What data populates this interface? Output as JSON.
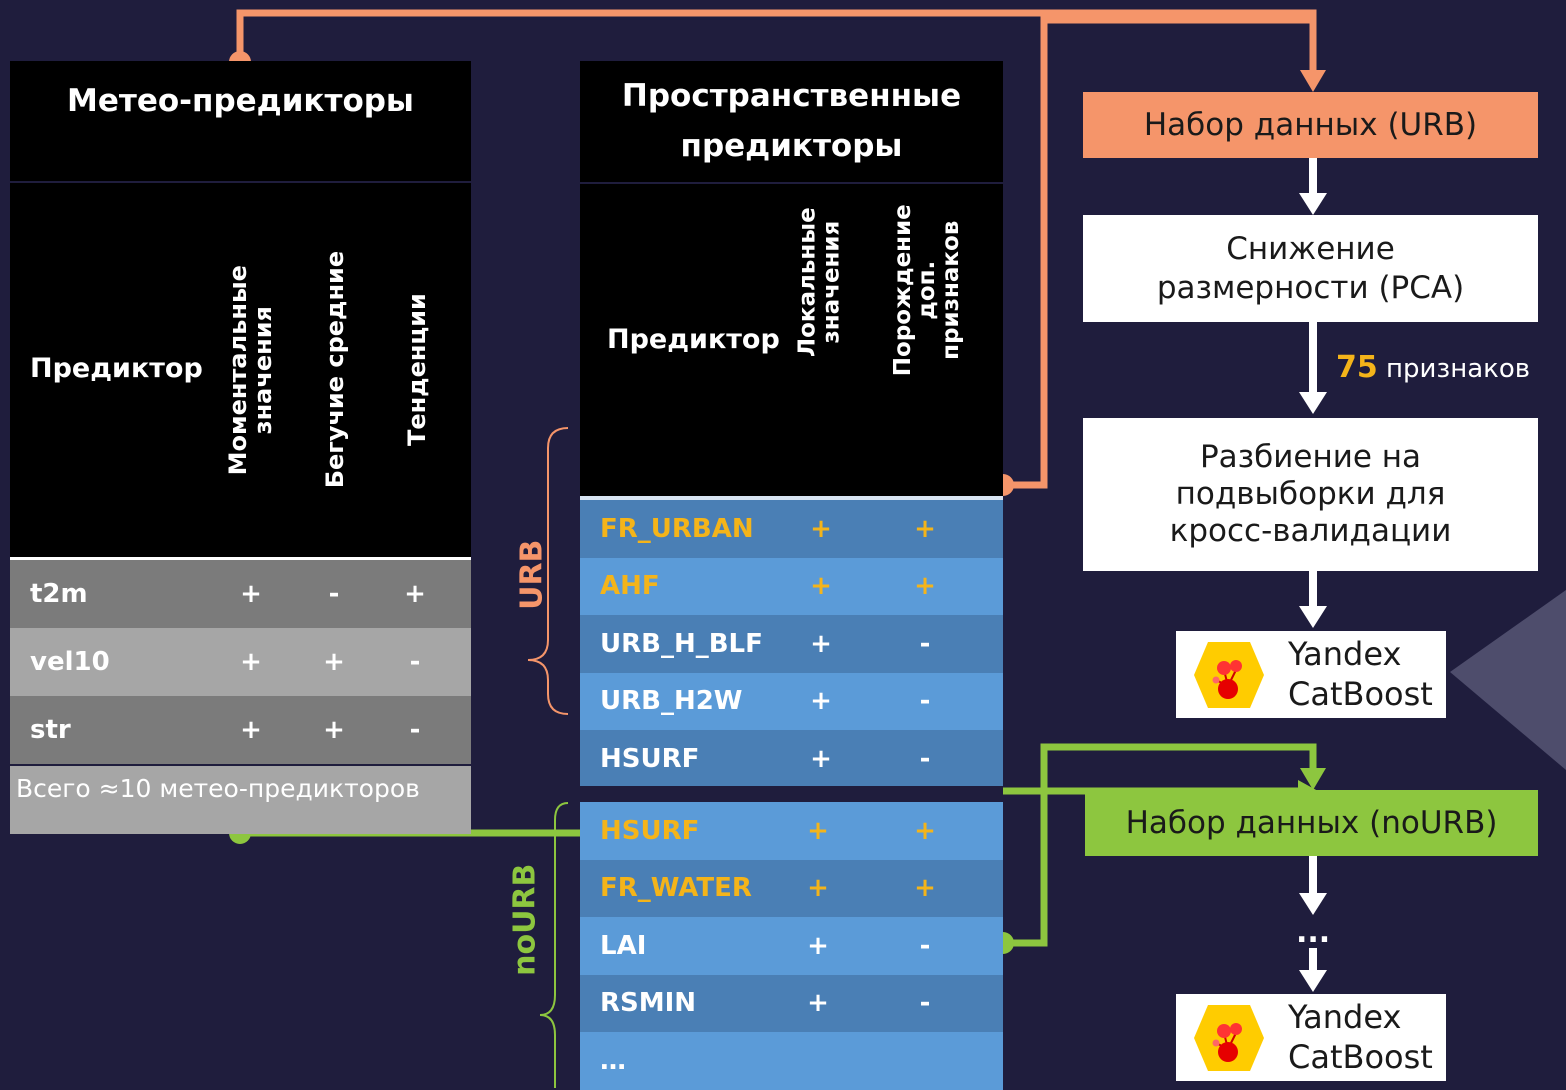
{
  "colors": {
    "background": "#1f1d3d",
    "urb_accent": "#f5956a",
    "nourb_accent": "#8dc63f",
    "row_dark_blue": "#4a7fb5",
    "row_light_blue": "#5b9bd8",
    "orange_text": "#f4b41a",
    "row_dark_gray": "#7b7b7b",
    "row_light_gray": "#a6a6a6"
  },
  "meteo": {
    "title": "Метео-предикторы",
    "col_predictor": "Предиктор",
    "col_instant": "Моментальные значения",
    "col_moving": "Бегучие средние",
    "col_trend": "Тенденции",
    "rows": [
      {
        "name": "t2m",
        "instant": "+",
        "moving": "-",
        "trend": "+"
      },
      {
        "name": "vel10",
        "instant": "+",
        "moving": "+",
        "trend": "-"
      },
      {
        "name": "str",
        "instant": "+",
        "moving": "+",
        "trend": "-"
      }
    ],
    "total": "Всего ≈10 метео-предикторов"
  },
  "spatial": {
    "title": "Пространственные предикторы",
    "col_predictor": "Предиктор",
    "col_local": "Локальные значения",
    "col_derived": "Порождение доп. признаков",
    "urb_label": "URB",
    "nourb_label": "noURB",
    "urb_rows": [
      {
        "name": "FR_URBAN",
        "local": "+",
        "derived": "+",
        "highlight": true
      },
      {
        "name": "AHF",
        "local": "+",
        "derived": "+",
        "highlight": true
      },
      {
        "name": "URB_H_BLF",
        "local": "+",
        "derived": "-",
        "highlight": false
      },
      {
        "name": "URB_H2W",
        "local": "+",
        "derived": "-",
        "highlight": false
      },
      {
        "name": "HSURF",
        "local": "+",
        "derived": "-",
        "highlight": false
      }
    ],
    "nourb_rows": [
      {
        "name": "HSURF",
        "local": "+",
        "derived": "+",
        "highlight": true
      },
      {
        "name": "FR_WATER",
        "local": "+",
        "derived": "+",
        "highlight": true
      },
      {
        "name": "LAI",
        "local": "+",
        "derived": "-",
        "highlight": false
      },
      {
        "name": "RSMIN",
        "local": "+",
        "derived": "-",
        "highlight": false
      },
      {
        "name": "…",
        "local": "",
        "derived": "",
        "highlight": false
      }
    ]
  },
  "pipeline": {
    "urb_dataset": "Набор данных (URB)",
    "pca": "Снижение размерности (PCA)",
    "features_count": "75",
    "features_label": "признаков",
    "cv_split": "Разбиение на подвыборки для кросс-валидации",
    "model_brand": "Yandex",
    "model_name": "CatBoost",
    "nourb_dataset": "Набор данных (noURB)",
    "ellipsis": "..."
  }
}
